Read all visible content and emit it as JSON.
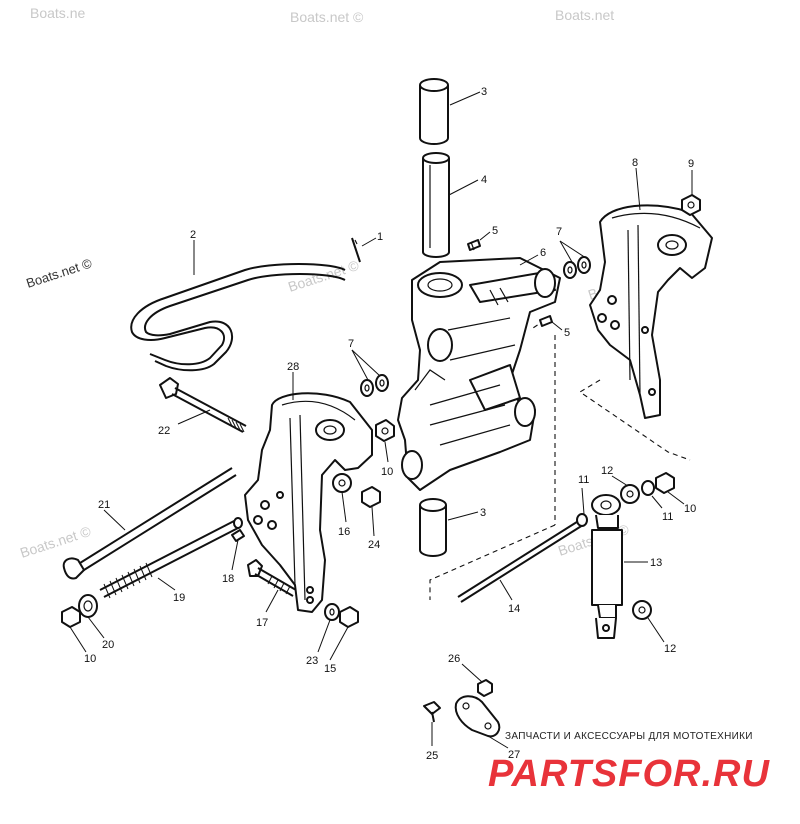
{
  "watermarks": {
    "top_left": "Boats.ne",
    "top_center": "Boats.net ©",
    "top_right": "Boats.net",
    "left_upper": "Boats.net ©",
    "left_lower": "Boats.net ©",
    "center_mid": "Boats.net ©",
    "right_mid": "Boats.net ©",
    "right_lower": "Boats.net ©"
  },
  "callouts": {
    "c1": "1",
    "c2": "2",
    "c3a": "3",
    "c3b": "3",
    "c4": "4",
    "c5a": "5",
    "c5b": "5",
    "c6": "6",
    "c7a": "7",
    "c7b": "7",
    "c8": "8",
    "c9": "9",
    "c10a": "10",
    "c10b": "10",
    "c10c": "10",
    "c11a": "11",
    "c11b": "11",
    "c12a": "12",
    "c12b": "12",
    "c13": "13",
    "c14": "14",
    "c15": "15",
    "c16": "16",
    "c17": "17",
    "c18": "18",
    "c19": "19",
    "c20": "20",
    "c21": "21",
    "c22": "22",
    "c23": "23",
    "c24": "24",
    "c25": "25",
    "c26": "26",
    "c27": "27",
    "c28": "28"
  },
  "branding": {
    "tagline": "ЗАПЧАСТИ И АКСЕССУАРЫ ДЛЯ МОТОТЕХНИКИ",
    "logo": "PARTSFOR.RU"
  }
}
